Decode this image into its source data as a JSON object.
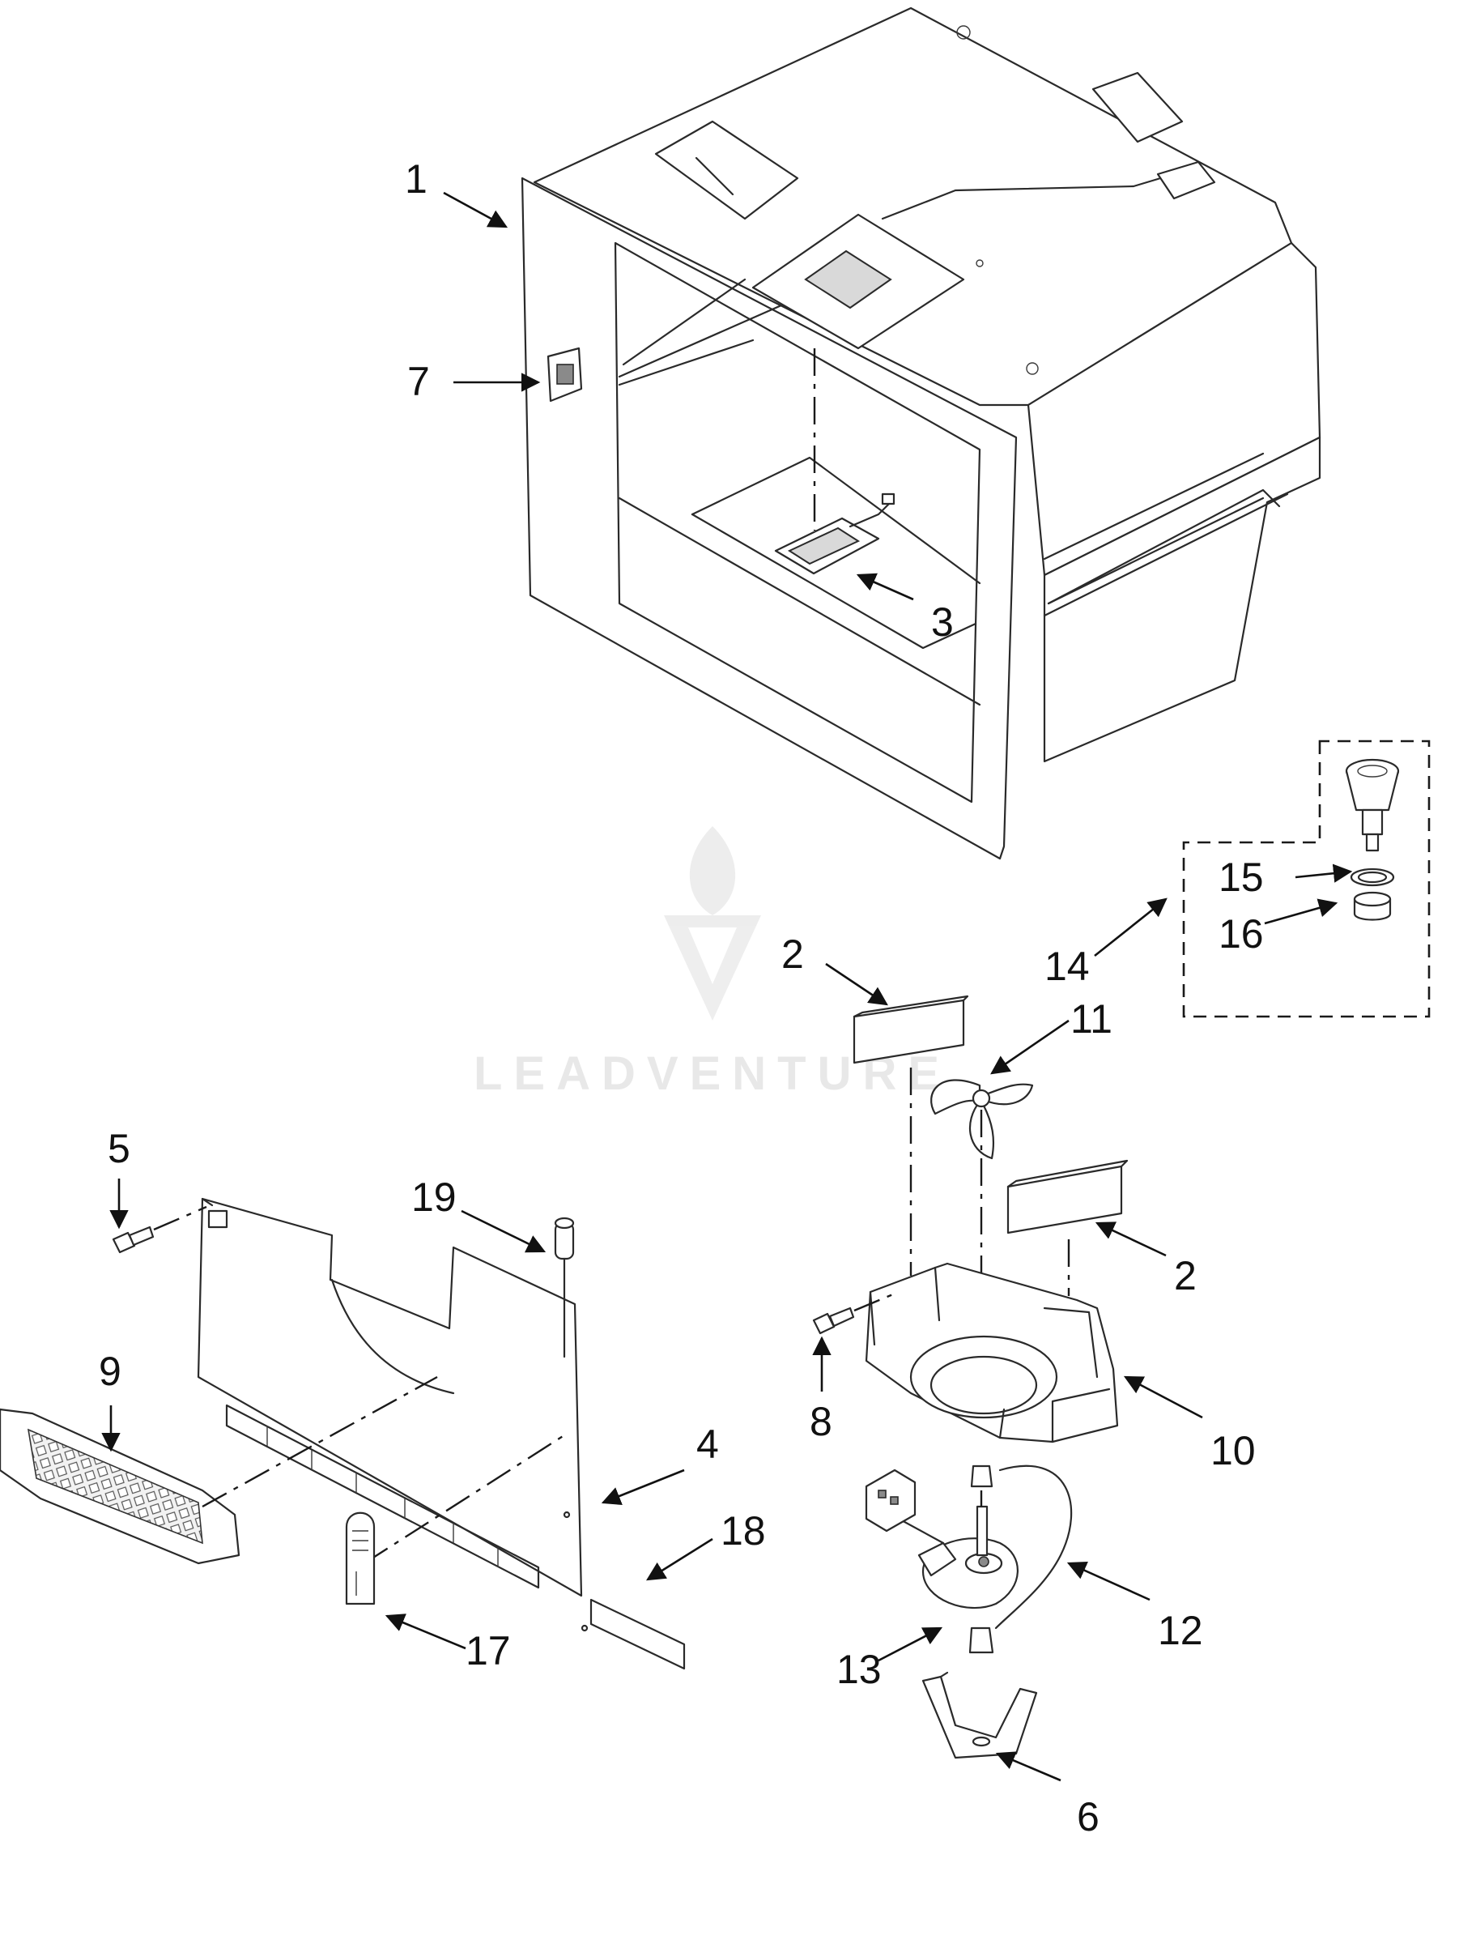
{
  "watermark": {
    "text": "LEADVENTURE"
  },
  "callouts": [
    {
      "id": "c1",
      "label": "1"
    },
    {
      "id": "c7",
      "label": "7"
    },
    {
      "id": "c3",
      "label": "3"
    },
    {
      "id": "c2a",
      "label": "2"
    },
    {
      "id": "c11",
      "label": "11"
    },
    {
      "id": "c14",
      "label": "14"
    },
    {
      "id": "c15",
      "label": "15"
    },
    {
      "id": "c16",
      "label": "16"
    },
    {
      "id": "c5",
      "label": "5"
    },
    {
      "id": "c19",
      "label": "19"
    },
    {
      "id": "c2b",
      "label": "2"
    },
    {
      "id": "c9",
      "label": "9"
    },
    {
      "id": "c8",
      "label": "8"
    },
    {
      "id": "c10",
      "label": "10"
    },
    {
      "id": "c4",
      "label": "4"
    },
    {
      "id": "c18",
      "label": "18"
    },
    {
      "id": "c12",
      "label": "12"
    },
    {
      "id": "c13",
      "label": "13"
    },
    {
      "id": "c17",
      "label": "17"
    },
    {
      "id": "c6",
      "label": "6"
    }
  ]
}
